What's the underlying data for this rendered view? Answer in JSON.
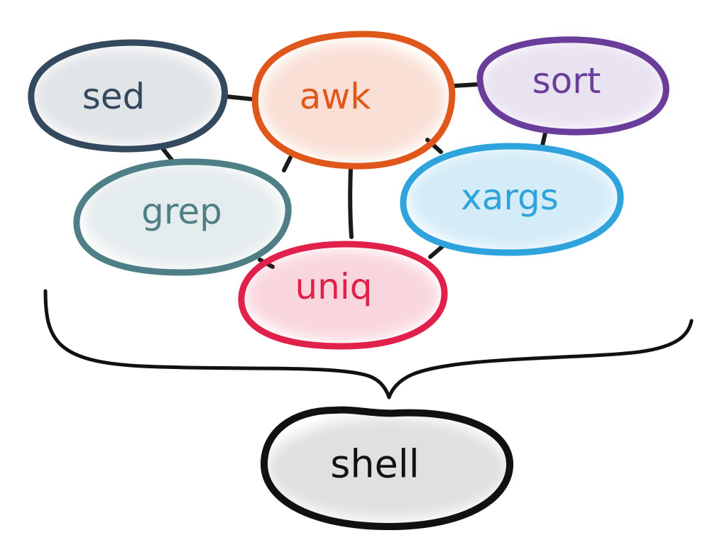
{
  "nodes": [
    {
      "id": "sed",
      "label": "sed",
      "color": "#34495e"
    },
    {
      "id": "awk",
      "label": "awk",
      "color": "#e0571b"
    },
    {
      "id": "sort",
      "label": "sort",
      "color": "#6a3d9a"
    },
    {
      "id": "grep",
      "label": "grep",
      "color": "#4f7f86"
    },
    {
      "id": "xargs",
      "label": "xargs",
      "color": "#2ea3dc"
    },
    {
      "id": "uniq",
      "label": "uniq",
      "color": "#e0214b"
    },
    {
      "id": "shell",
      "label": "shell",
      "color": "#111111"
    }
  ],
  "edges": [
    [
      "sed",
      "awk"
    ],
    [
      "awk",
      "sort"
    ],
    [
      "sed",
      "grep"
    ],
    [
      "awk",
      "grep"
    ],
    [
      "awk",
      "xargs"
    ],
    [
      "sort",
      "xargs"
    ],
    [
      "awk",
      "uniq"
    ],
    [
      "grep",
      "uniq"
    ],
    [
      "xargs",
      "uniq"
    ]
  ]
}
